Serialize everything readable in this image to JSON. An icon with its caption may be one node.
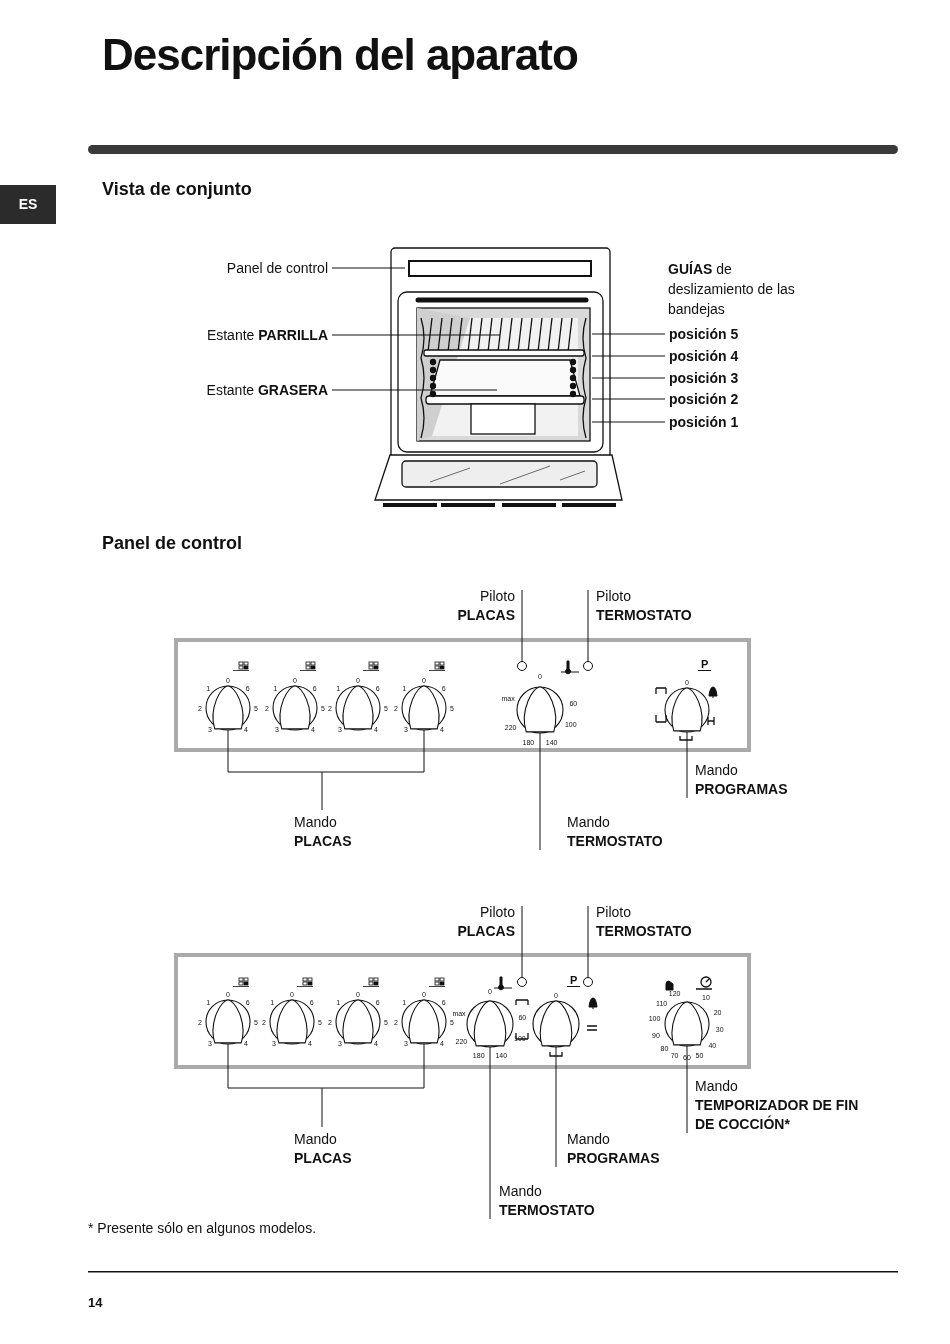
{
  "diagram": {
    "title": "Descripción del aparato",
    "nodes": [
      {
        "text": [
          "Panel de control"
        ]
      },
      {
        "text": [
          "Estante **PARRILLA**"
        ]
      },
      {
        "text": [
          "Estante **GRASERA**"
        ]
      },
      {
        "text": [
          "posición 5"
        ]
      },
      {
        "text": [
          "posición 4"
        ]
      },
      {
        "text": [
          "posición 3"
        ]
      },
      {
        "text": [
          "posición 2"
        ]
      },
      {
        "text": [
          "posición 1"
        ]
      },
      {
        "text": [
          "Piloto",
          "PLACAS"
        ]
      },
      {
        "text": [
          "Piloto",
          "TERMOSTATO"
        ]
      },
      {
        "text": [
          "Mando",
          "PROGRAMAS"
        ]
      },
      {
        "text": [
          "Mando",
          "PLACAS"
        ]
      },
      {
        "text": [
          "Mando",
          "TERMOSTATO"
        ]
      },
      {
        "text": [
          "Piloto",
          "PLACAS"
        ]
      },
      {
        "text": [
          "Piloto",
          "TERMOSTATO"
        ]
      },
      {
        "text": [
          "Mando",
          "TEMPORIZADOR DE FIN DE COCCIÓN*"
        ]
      },
      {
        "text": [
          "Mando",
          "PLACAS"
        ]
      },
      {
        "text": [
          "Mando",
          "PROGRAMAS"
        ]
      },
      {
        "text": [
          "Mando",
          "TERMOSTATO"
        ]
      },
      {
        "text": [],
        "shape": "circle"
      },
      {
        "text": [],
        "shape": "circle"
      },
      {
        "text": [],
        "shape": "circle"
      },
      {
        "text": [],
        "shape": "circle"
      },
      {
        "text": [],
        "shape": "circle"
      },
      {
        "text": [],
        "shape": "circle"
      },
      {
        "text": [],
        "shape": "circle"
      },
      {
        "text": [],
        "shape": "circle"
      },
      {
        "text": [],
        "shape": "circle"
      },
      {
        "text": [],
        "shape": "circle"
      },
      {
        "text": [],
        "shape": "circle"
      },
      {
        "text": [],
        "shape": "circle"
      },
      {
        "text": [],
        "shape": "circle"
      },
      {
        "text": [],
        "shape": "circle"
      },
      {
        "text": [],
        "shape": "circle"
      },
      {
        "text": [],
        "shape": "circle"
      },
      {
        "text": [],
        "shape": "circle"
      }
    ],
    "edges": [
      {
        "from": 0,
        "to": null,
        "arrow": "none"
      },
      {
        "from": 1,
        "to": null,
        "arrow": "none"
      },
      {
        "from": 2,
        "to": null,
        "arrow": "none"
      },
      {
        "from": 3,
        "to": null,
        "arrow": "none"
      },
      {
        "from": 4,
        "to": null,
        "arrow": "none"
      },
      {
        "from": 5,
        "to": null,
        "arrow": "none"
      },
      {
        "from": 6,
        "to": null,
        "arrow": "none"
      },
      {
        "from": 7,
        "to": null,
        "arrow": "none"
      },
      {
        "from": 8,
        "to": 19,
        "arrow": "none"
      },
      {
        "from": 9,
        "to": 20,
        "arrow": "none"
      },
      {
        "from": 10,
        "to": 26,
        "arrow": "none"
      },
      {
        "from": 11,
        "to": 21,
        "arrow": "none"
      },
      {
        "from": 11,
        "to": 24,
        "arrow": "none"
      },
      {
        "from": 12,
        "to": 25,
        "arrow": "none"
      },
      {
        "from": 13,
        "to": 27,
        "arrow": "none"
      },
      {
        "from": 14,
        "to": 28,
        "arrow": "none"
      },
      {
        "from": 15,
        "to": 35,
        "arrow": "none"
      },
      {
        "from": 16,
        "to": 29,
        "arrow": "none"
      },
      {
        "from": 16,
        "to": 32,
        "arrow": "none"
      },
      {
        "from": 17,
        "to": 34,
        "arrow": "none"
      },
      {
        "from": 18,
        "to": 33,
        "arrow": "none"
      }
    ],
    "labels": [
      "ES",
      "Vista de conjunto",
      "**GUÍAS** de deslizamiento de las bandejas",
      "Panel de control",
      "0",
      "1",
      "2",
      "3",
      "4",
      "5",
      "6",
      "0",
      "1",
      "2",
      "3",
      "4",
      "5",
      "6",
      "0",
      "1",
      "2",
      "3",
      "4",
      "5",
      "6",
      "0",
      "1",
      "2",
      "3",
      "4",
      "5",
      "6",
      "0",
      "max",
      "220",
      "180",
      "140",
      "100",
      "60",
      "P",
      "0",
      "0",
      "1",
      "2",
      "3",
      "4",
      "5",
      "6",
      "0",
      "1",
      "2",
      "3",
      "4",
      "5",
      "6",
      "0",
      "1",
      "2",
      "3",
      "4",
      "5",
      "6",
      "0",
      "1",
      "2",
      "3",
      "4",
      "5",
      "6",
      "0",
      "max",
      "220",
      "180",
      "140",
      "100",
      "60",
      "P",
      "0",
      "120",
      "110",
      "100",
      "90",
      "80",
      "70",
      "60",
      "50",
      "40",
      "30",
      "20",
      "10",
      "* Presente sólo en algunos modelos.",
      "14"
    ]
  }
}
